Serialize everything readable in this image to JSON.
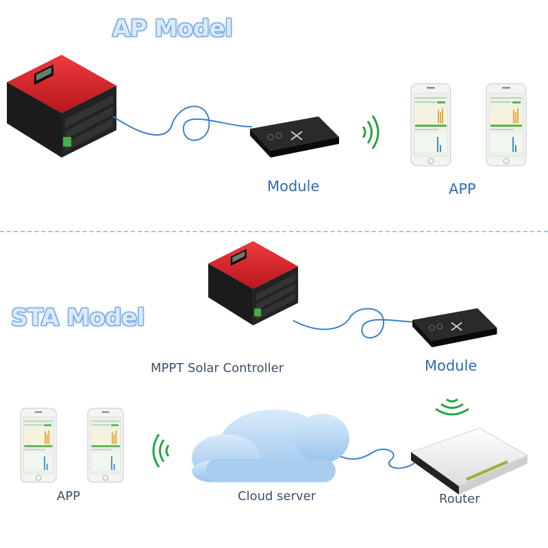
{
  "ap": {
    "title": "AP Model",
    "module_label": "Module",
    "app_label": "APP"
  },
  "sta": {
    "title": "STA Model",
    "controller_label": "MPPT Solar Controller",
    "module_label": "Module",
    "router_label": "Router",
    "cloud_label": "Cloud server",
    "app_label": "APP"
  },
  "colors": {
    "controller_red": "#d8262b",
    "title_blue": "#5b93da",
    "label_blue": "#2f6cb3",
    "wifi_green": "#22a640",
    "cable_blue": "#3a7fd0",
    "cloud_blue": "#bcd9f4",
    "divider": "#9fc6ea"
  }
}
